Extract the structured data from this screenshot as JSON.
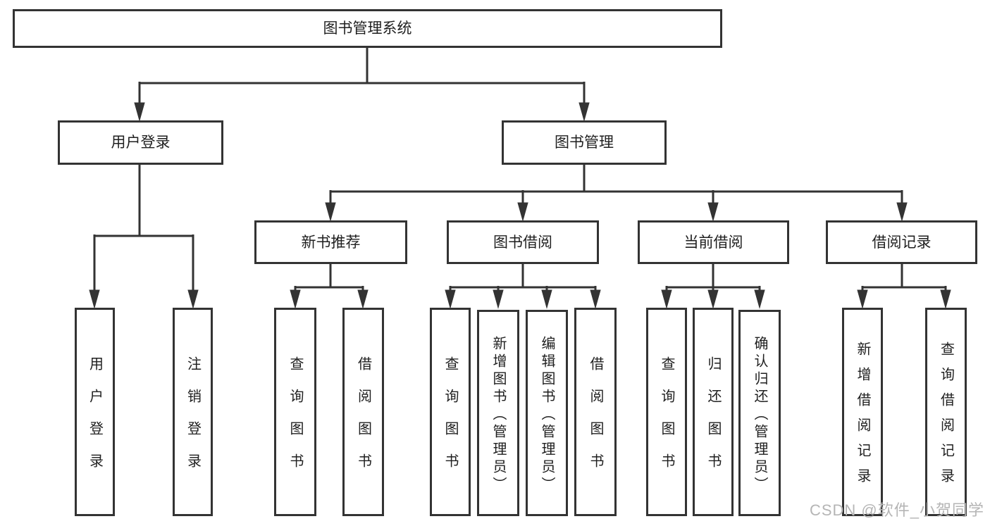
{
  "diagram": {
    "root": "图书管理系统",
    "branches": [
      {
        "label": "用户登录",
        "children": [
          {
            "label": "用户登录"
          },
          {
            "label": "注销登录"
          }
        ]
      },
      {
        "label": "图书管理",
        "children": [
          {
            "label": "新书推荐",
            "children": [
              {
                "label": "查询图书"
              },
              {
                "label": "借阅图书"
              }
            ]
          },
          {
            "label": "图书借阅",
            "children": [
              {
                "label": "查询图书"
              },
              {
                "label": "新增图书（管理员）"
              },
              {
                "label": "编辑图书（管理员）"
              },
              {
                "label": "借阅图书"
              }
            ]
          },
          {
            "label": "当前借阅",
            "children": [
              {
                "label": "查询图书"
              },
              {
                "label": "归还图书"
              },
              {
                "label": "确认归还（管理员）"
              }
            ]
          },
          {
            "label": "借阅记录",
            "children": [
              {
                "label": "新增借阅记录"
              },
              {
                "label": "查询借阅记录"
              }
            ]
          }
        ]
      }
    ]
  },
  "watermark": "CSDN @软件_小贺同学",
  "colors": {
    "line": "#333333",
    "border": "#333333",
    "background": "#ffffff",
    "text": "#1f1f1f",
    "watermark": "#b5b5b5"
  }
}
